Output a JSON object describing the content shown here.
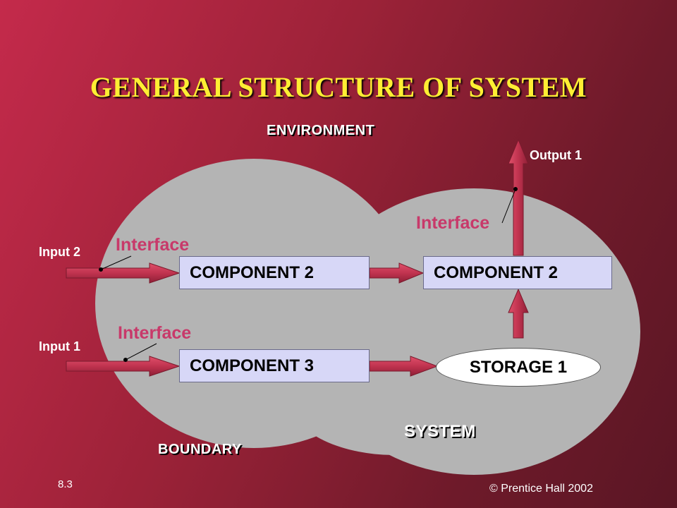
{
  "title": "GENERAL STRUCTURE OF SYSTEM",
  "labels": {
    "environment": "ENVIRONMENT",
    "system": "SYSTEM",
    "boundary": "BOUNDARY",
    "output_1": "Output 1",
    "input_2": "Input 2",
    "input_1": "Input 1"
  },
  "interfaces": {
    "top_right": "Interface",
    "middle_left": "Interface",
    "lower_left": "Interface"
  },
  "components": {
    "left_top": "COMPONENT  2",
    "right_top": "COMPONENT  2",
    "left_bottom": "COMPONENT  3",
    "storage": "STORAGE  1"
  },
  "footer": {
    "slide_number": "8.3",
    "copyright": "© Prentice Hall 2002"
  },
  "colors": {
    "arrow_fill": "#c0334f",
    "title": "#ffee33",
    "interface_text": "#c8396a",
    "system_region": "#b4b4b4",
    "component_fill": "#d7d7f7"
  }
}
